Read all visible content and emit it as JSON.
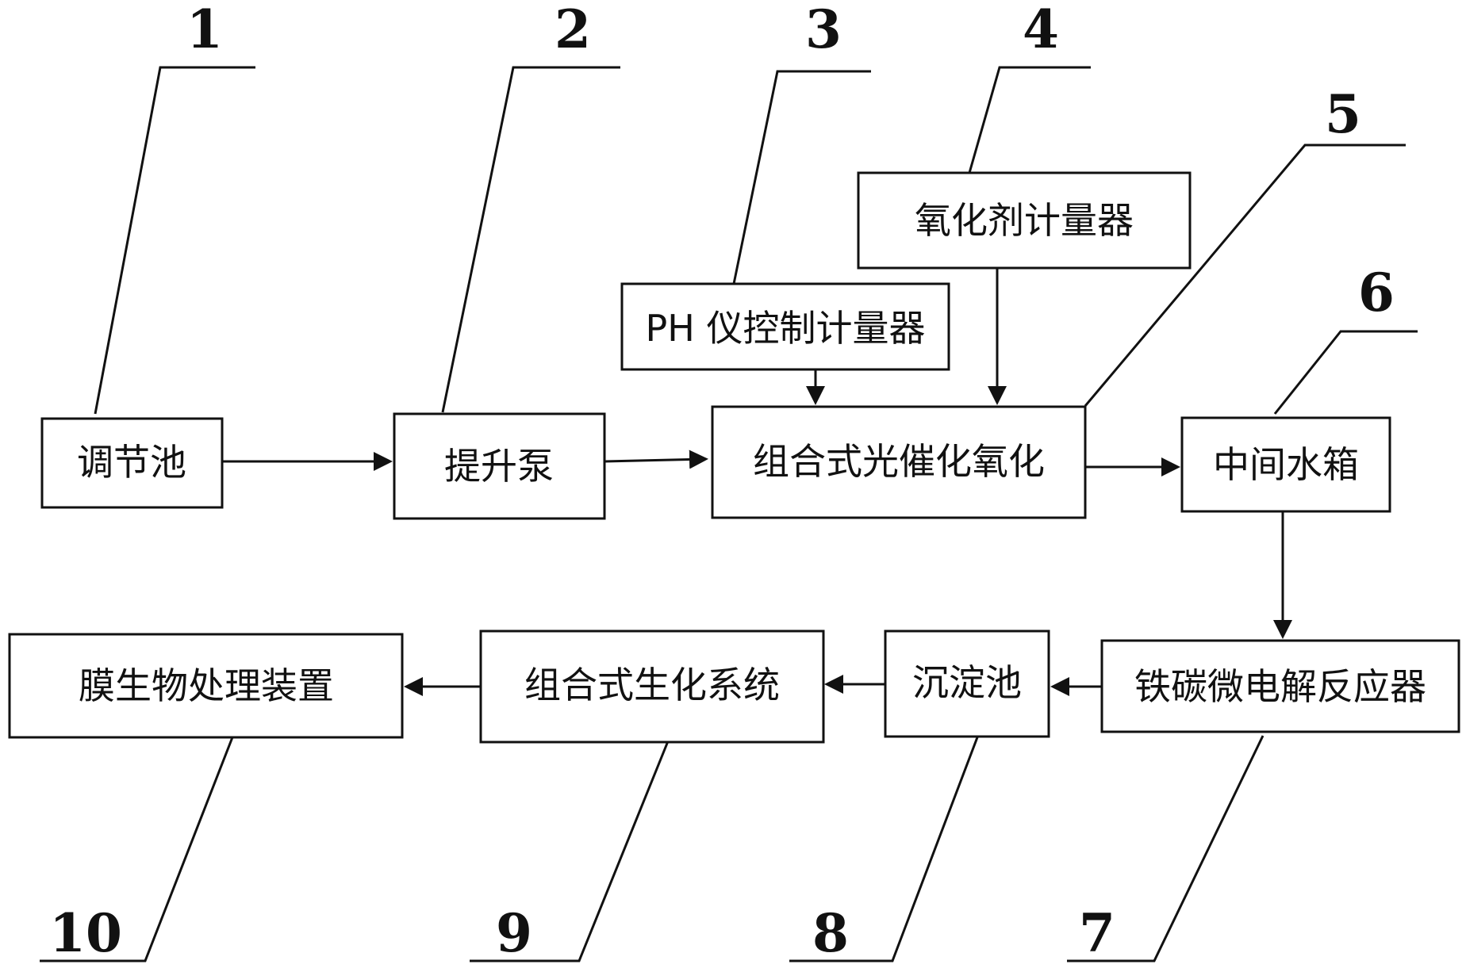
{
  "nodes": [
    {
      "id": "n1",
      "label": "调节池"
    },
    {
      "id": "n2",
      "label": "提升泵"
    },
    {
      "id": "n3",
      "label": "PH 仪控制计量器"
    },
    {
      "id": "n4",
      "label": "氧化剂计量器"
    },
    {
      "id": "n5",
      "label": "组合式光催化氧化"
    },
    {
      "id": "n6",
      "label": "中间水箱"
    },
    {
      "id": "n7",
      "label": "铁碳微电解反应器"
    },
    {
      "id": "n8",
      "label": "沉淀池"
    },
    {
      "id": "n9",
      "label": "组合式生化系统"
    },
    {
      "id": "n10",
      "label": "膜生物处理装置"
    }
  ],
  "callouts": [
    "1",
    "2",
    "3",
    "4",
    "5",
    "6",
    "7",
    "8",
    "9",
    "10"
  ],
  "edges": [
    {
      "from": "n1",
      "to": "n2"
    },
    {
      "from": "n2",
      "to": "n5"
    },
    {
      "from": "n3",
      "to": "n5"
    },
    {
      "from": "n4",
      "to": "n5"
    },
    {
      "from": "n5",
      "to": "n6"
    },
    {
      "from": "n6",
      "to": "n7"
    },
    {
      "from": "n7",
      "to": "n8"
    },
    {
      "from": "n8",
      "to": "n9"
    },
    {
      "from": "n9",
      "to": "n10"
    }
  ]
}
